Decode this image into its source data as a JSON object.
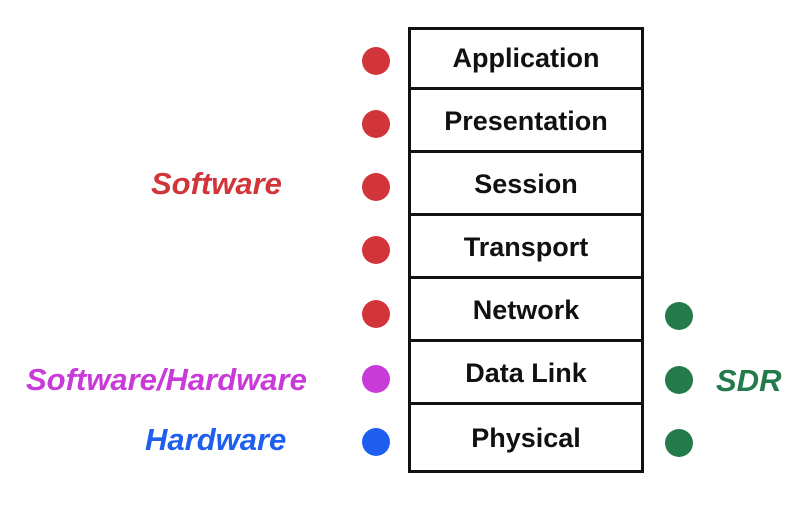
{
  "layers": [
    {
      "name": "Application"
    },
    {
      "name": "Presentation"
    },
    {
      "name": "Session"
    },
    {
      "name": "Transport"
    },
    {
      "name": "Network"
    },
    {
      "name": "Data Link"
    },
    {
      "name": "Physical"
    }
  ],
  "categories": {
    "software": {
      "text": "Software",
      "color": "#d1353a"
    },
    "software_hardware": {
      "text": "Software/Hardware",
      "color": "#c93bd8"
    },
    "hardware": {
      "text": "Hardware",
      "color": "#1f5ff0"
    },
    "sdr": {
      "text": "SDR",
      "color": "#237a4b"
    }
  },
  "left_dot_categories": [
    "software",
    "software",
    "software",
    "software",
    "software",
    "software_hardware",
    "hardware"
  ],
  "right_dot_layers": [
    "Network",
    "Data Link",
    "Physical"
  ]
}
